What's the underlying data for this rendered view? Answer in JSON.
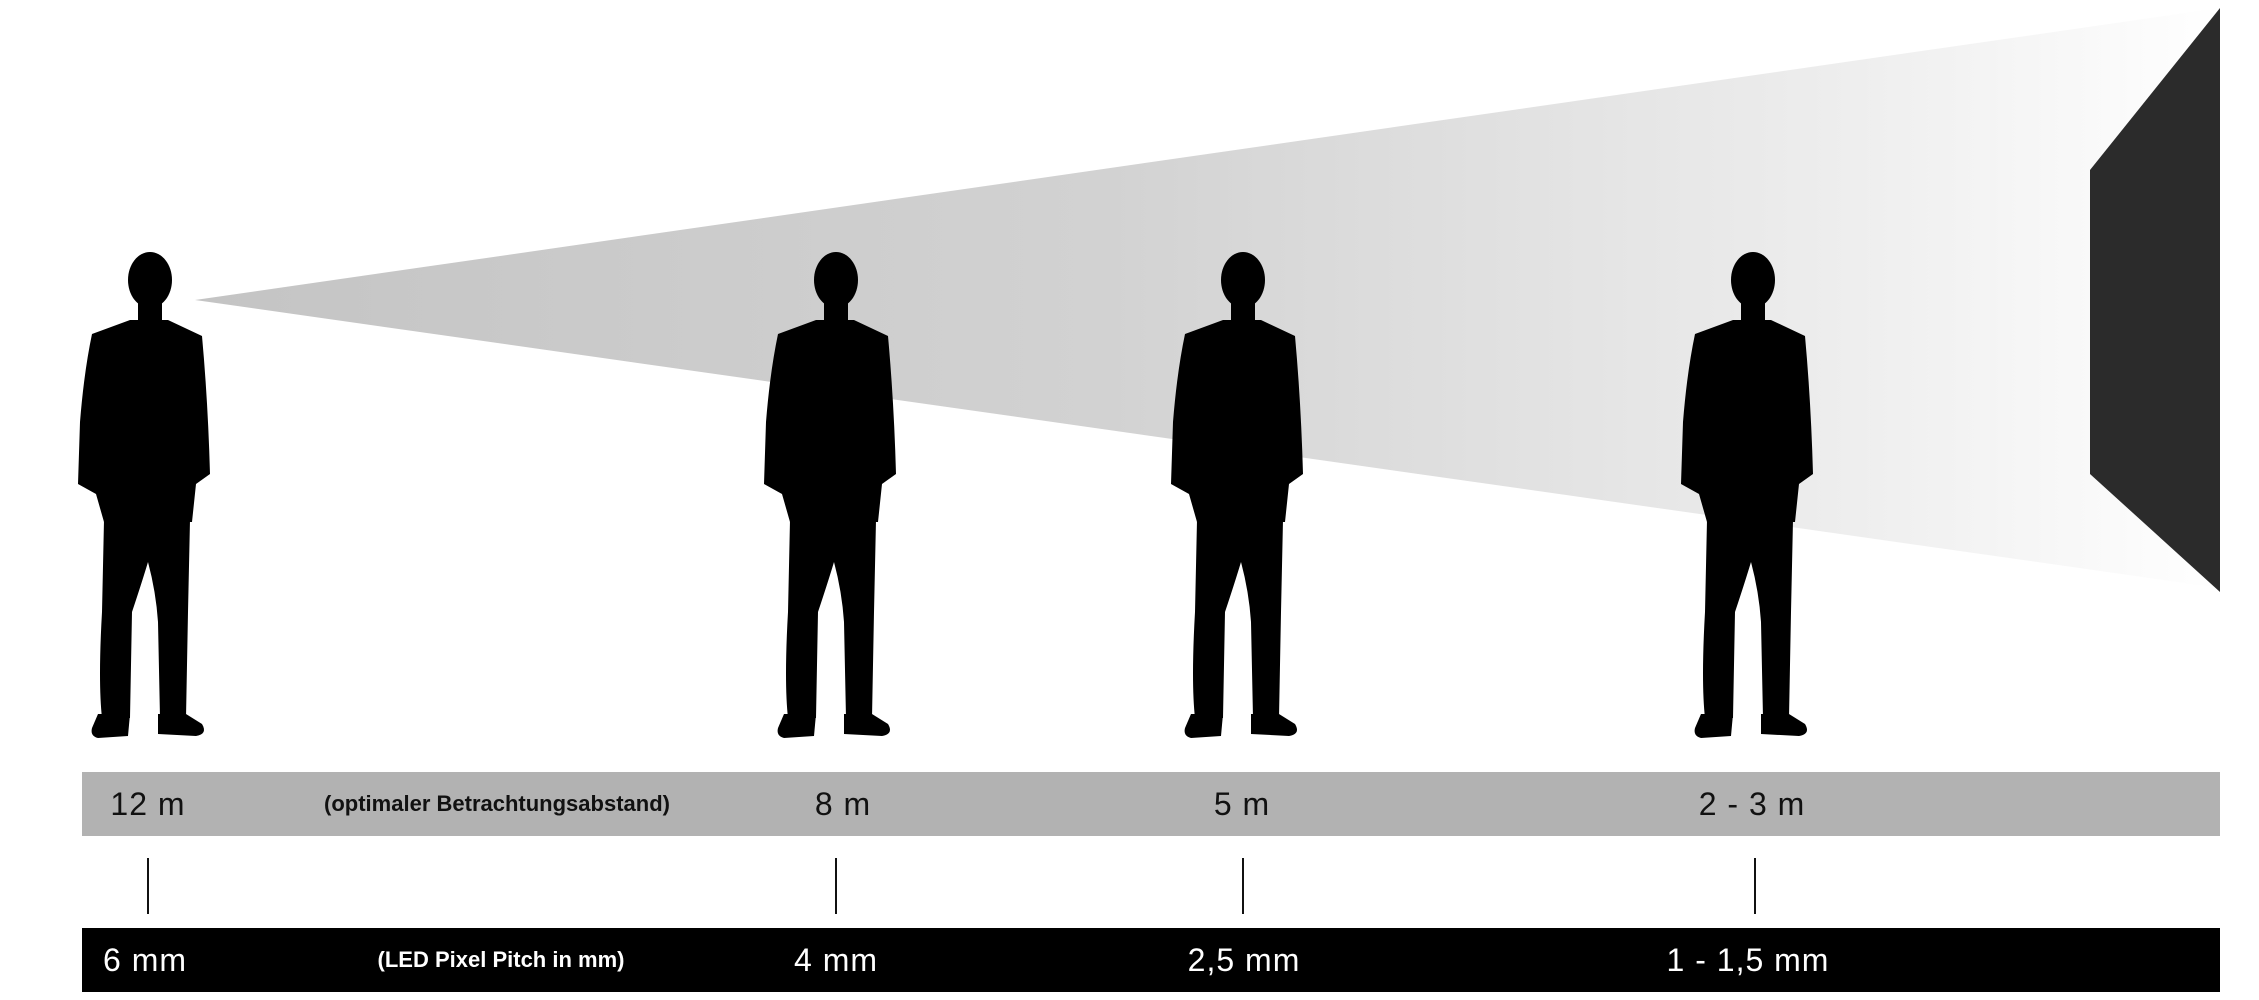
{
  "colors": {
    "silhouette": "#000000",
    "screen": "#2b2b2b",
    "beam_near": "#c4c4c4",
    "beam_far": "#ffffff",
    "distance_band": "#b2b2b2",
    "pitch_band": "#000000"
  },
  "viewers": [
    {
      "distance": "12 m",
      "pitch": "6 mm"
    },
    {
      "distance": "8 m",
      "pitch": "4 mm"
    },
    {
      "distance": "5 m",
      "pitch": "2,5 mm"
    },
    {
      "distance": "2 - 3 m",
      "pitch": "1 - 1,5 mm"
    }
  ],
  "distance_note": "(optimaler Betrachtungsabstand)",
  "pitch_note": "(LED Pixel Pitch in mm)"
}
